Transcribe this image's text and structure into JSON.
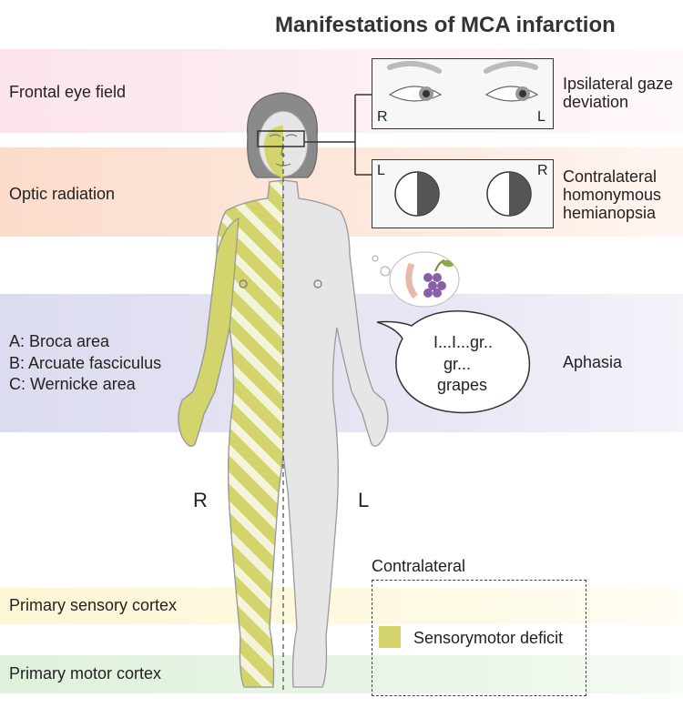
{
  "title": "Manifestations of MCA infarction",
  "regions": {
    "frontal": "Frontal eye field",
    "optic": "Optic radiation",
    "aphasia_a": "A: Broca area",
    "aphasia_b": "B: Arcuate fasciculus",
    "aphasia_c": "C: Wernicke area",
    "sensory": "Primary sensory cortex",
    "motor": "Primary motor cortex"
  },
  "findings": {
    "gaze_1": "Ipsilateral gaze",
    "gaze_2": "deviation",
    "hemi_1": "Contralateral",
    "hemi_2": "homonymous",
    "hemi_3": "hemianopsia",
    "aphasia": "Aphasia"
  },
  "eye_box": {
    "right": "R",
    "left": "L"
  },
  "field_box": {
    "left": "L",
    "right": "R"
  },
  "speech": {
    "line1": "I...I...gr..",
    "line2": "gr...",
    "line3": "grapes"
  },
  "body_sides": {
    "right": "R",
    "left": "L"
  },
  "legend": {
    "heading": "Contralateral",
    "item": "Sensorymotor deficit",
    "color": "#d3d46c"
  },
  "colors": {
    "deficit": "#d3d46c",
    "skin": "#e4e4e4",
    "outline": "#9a9a9a"
  }
}
